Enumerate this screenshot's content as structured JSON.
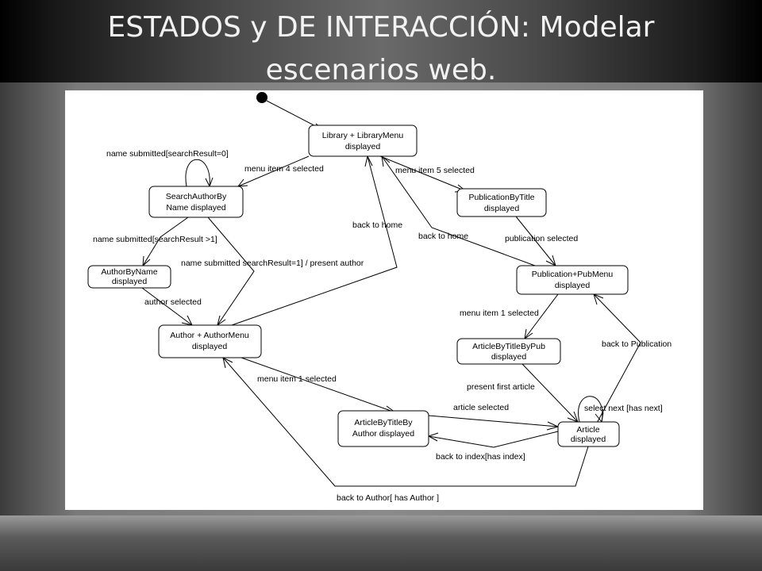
{
  "slide": {
    "title_line1": "ESTADOS y DE INTERACCIÓN: Modelar",
    "title_line2": "escenarios web."
  },
  "diagram": {
    "states": {
      "library": [
        "Library + LibraryMenu",
        "displayed"
      ],
      "search_author": [
        "SearchAuthorBy",
        "Name displayed"
      ],
      "publication_by_title": [
        "PublicationByTitle",
        "displayed"
      ],
      "author_by_name": [
        "AuthorByName",
        "displayed"
      ],
      "publication_pubmenu": [
        "Publication+PubMenu",
        "displayed"
      ],
      "author_menu": [
        "Author + AuthorMenu",
        "displayed"
      ],
      "article_by_title_by_pub": [
        "ArticleByTitleByPub",
        "displayed"
      ],
      "article_by_title_by_author": [
        "ArticleByTitleBy",
        "Author displayed"
      ],
      "article": [
        "Article",
        "displayed"
      ]
    },
    "transitions": {
      "name_submitted_zero": "name submitted[searchResult=0]",
      "menu_item_4": "menu item 4 selected",
      "menu_item_5": "menu item 5 selected",
      "back_to_home_author": "back to home",
      "back_to_home_pub": "back to home",
      "name_submitted_gt1": "name submitted[searchResult >1]",
      "name_submitted_eq1": "name submitted searchResult=1] / present author",
      "publication_selected": "publication selected",
      "author_selected": "author selected",
      "menu_item_1_pub": "menu item 1 selected",
      "back_to_publication": "back to Publication",
      "menu_item_1_author": "menu item 1 selected",
      "present_first_article": "present first article",
      "article_selected": "article selected",
      "select_next": "select next [has next]",
      "back_to_index": "back to index[has index]",
      "back_to_author": "back to Author[ has Author ]"
    }
  }
}
